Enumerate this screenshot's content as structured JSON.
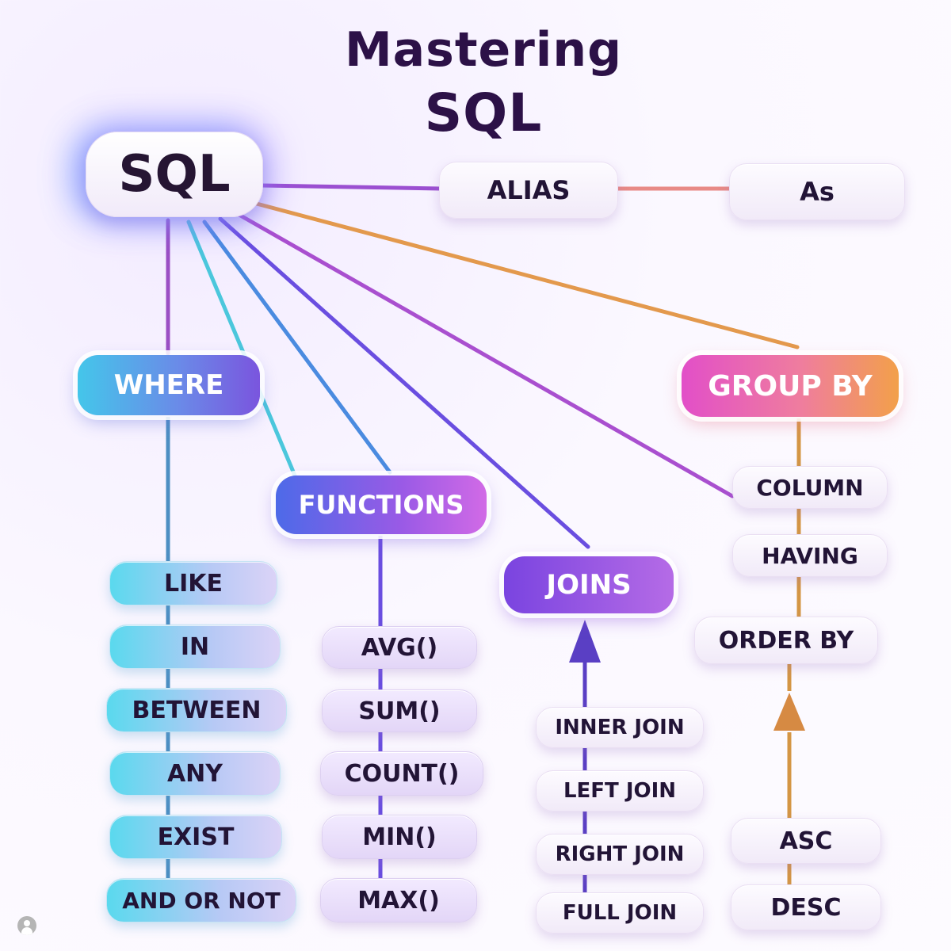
{
  "title": {
    "line1": "Mastering",
    "line2": "SQL"
  },
  "nodes": {
    "sql": "SQL",
    "alias": "ALIAS",
    "as": "As",
    "where": "WHERE",
    "functions": "FUNCTIONS",
    "joins": "JOINS",
    "group_by": "GROUP BY",
    "where_items": [
      "LIKE",
      "IN",
      "BETWEEN",
      "ANY",
      "EXIST",
      "AND OR NOT"
    ],
    "function_items": [
      "AVG()",
      "SUM()",
      "COUNT()",
      "MIN()",
      "MAX()"
    ],
    "join_items": [
      "INNER JOIN",
      "LEFT JOIN",
      "RIGHT JOIN",
      "FULL JOIN"
    ],
    "group_items": [
      "COLUMN",
      "HAVING",
      "ORDER BY"
    ],
    "order_items": [
      "ASC",
      "DESC"
    ]
  },
  "colors": {
    "title": "#2c1147",
    "edge_alias": "#9b4fd1",
    "edge_as": "#e88a86",
    "edge_where": "#9b4fc4",
    "edge_functions": "#4bc7dc",
    "edge_functions_inner": "#4a8be0",
    "edge_joins": "#6a4ee0",
    "edge_joins_outer": "#a94fcf",
    "edge_group": "#e3994d",
    "edge_column": "#d49645"
  }
}
